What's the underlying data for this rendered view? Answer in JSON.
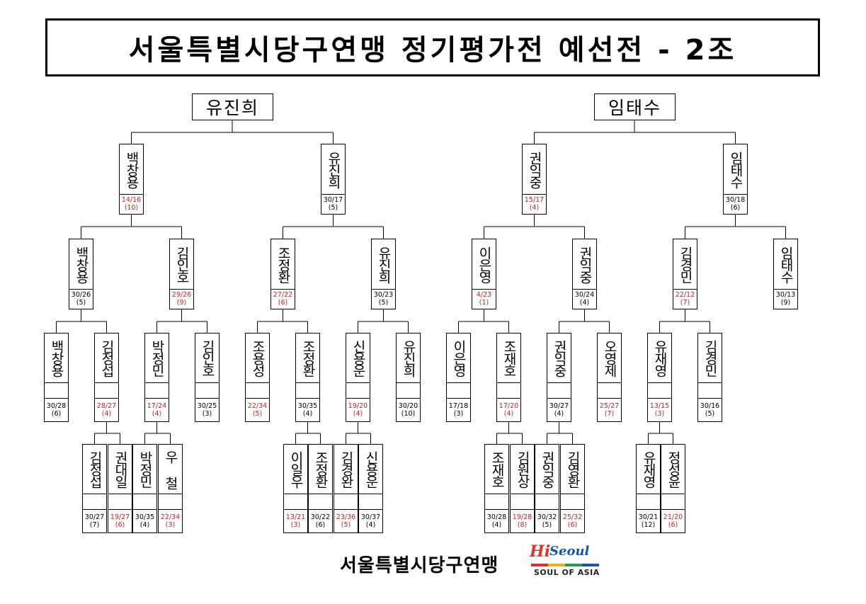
{
  "title": "서울특별시당구연맹 정기평가전 예선전 - 2조",
  "champions": [
    "유진희",
    "임태수"
  ],
  "colors": {
    "loss": "#cc1f1f",
    "win": "#000000"
  },
  "nodes": [
    {
      "id": "b1",
      "name": "백창용",
      "score": "14/16",
      "rank": "(10)",
      "loss": true
    },
    {
      "id": "b2",
      "name": "유진희",
      "score": "30/17",
      "rank": "(5)",
      "loss": false
    },
    {
      "id": "b3",
      "name": "권익중",
      "score": "15/17",
      "rank": "(4)",
      "loss": true
    },
    {
      "id": "b4",
      "name": "임태수",
      "score": "30/18",
      "rank": "(6)",
      "loss": false
    },
    {
      "id": "c1",
      "name": "백창용",
      "score": "30/26",
      "rank": "(5)",
      "loss": false
    },
    {
      "id": "c2",
      "name": "김인호",
      "score": "29/26",
      "rank": "(9)",
      "loss": true
    },
    {
      "id": "c3",
      "name": "조정환",
      "score": "27/22",
      "rank": "(6)",
      "loss": true
    },
    {
      "id": "c4",
      "name": "유진희",
      "score": "30/23",
      "rank": "(5)",
      "loss": false
    },
    {
      "id": "c5",
      "name": "이은영",
      "score": "4/23",
      "rank": "(1)",
      "loss": true
    },
    {
      "id": "c6",
      "name": "권익중",
      "score": "30/24",
      "rank": "(4)",
      "loss": false
    },
    {
      "id": "c7",
      "name": "김경민",
      "score": "22/12",
      "rank": "(7)",
      "loss": true
    },
    {
      "id": "c8",
      "name": "임태수",
      "score": "30/13",
      "rank": "(9)",
      "loss": false
    },
    {
      "id": "d1",
      "name": "백창용",
      "score": "30/28",
      "rank": "(6)",
      "loss": false
    },
    {
      "id": "d2",
      "name": "김정섭",
      "score": "28/27",
      "rank": "(4)",
      "loss": true
    },
    {
      "id": "d3",
      "name": "박정민",
      "score": "17/24",
      "rank": "(4)",
      "loss": true
    },
    {
      "id": "d4",
      "name": "김인호",
      "score": "30/25",
      "rank": "(3)",
      "loss": false
    },
    {
      "id": "d5",
      "name": "조용성",
      "score": "22/34",
      "rank": "(5)",
      "loss": true
    },
    {
      "id": "d6",
      "name": "조정환",
      "score": "30/35",
      "rank": "(4)",
      "loss": false
    },
    {
      "id": "d7",
      "name": "신용운",
      "score": "19/20",
      "rank": "(4)",
      "loss": true
    },
    {
      "id": "d8",
      "name": "유진희",
      "score": "30/20",
      "rank": "(10)",
      "loss": false
    },
    {
      "id": "d9",
      "name": "이은영",
      "score": "17/18",
      "rank": "(3)",
      "loss": false
    },
    {
      "id": "d10",
      "name": "조재호",
      "score": "17/20",
      "rank": "(4)",
      "loss": true
    },
    {
      "id": "d11",
      "name": "권익중",
      "score": "30/27",
      "rank": "(4)",
      "loss": false
    },
    {
      "id": "d12",
      "name": "오영제",
      "score": "25/27",
      "rank": "(7)",
      "loss": true
    },
    {
      "id": "d13",
      "name": "유재영",
      "score": "13/15",
      "rank": "(3)",
      "loss": true
    },
    {
      "id": "d14",
      "name": "김경민",
      "score": "30/16",
      "rank": "(5)",
      "loss": false
    },
    {
      "id": "e1",
      "name": "김정섭",
      "score": "30/27",
      "rank": "(7)",
      "loss": false
    },
    {
      "id": "e2",
      "name": "권대일",
      "score": "19/27",
      "rank": "(6)",
      "loss": true
    },
    {
      "id": "e3",
      "name": "박정민",
      "score": "30/35",
      "rank": "(4)",
      "loss": false
    },
    {
      "id": "e4",
      "name": "우 철",
      "score": "22/34",
      "rank": "(3)",
      "loss": true
    },
    {
      "id": "e5",
      "name": "이일우",
      "score": "13/21",
      "rank": "(3)",
      "loss": true
    },
    {
      "id": "e6",
      "name": "조정환",
      "score": "30/22",
      "rank": "(6)",
      "loss": false
    },
    {
      "id": "e7",
      "name": "김경완",
      "score": "23/36",
      "rank": "(5)",
      "loss": true
    },
    {
      "id": "e8",
      "name": "신용운",
      "score": "30/37",
      "rank": "(4)",
      "loss": false
    },
    {
      "id": "e9",
      "name": "조재호",
      "score": "30/28",
      "rank": "(4)",
      "loss": false
    },
    {
      "id": "e10",
      "name": "김원상",
      "score": "19/28",
      "rank": "(8)",
      "loss": true
    },
    {
      "id": "e11",
      "name": "권익중",
      "score": "30/32",
      "rank": "(5)",
      "loss": false
    },
    {
      "id": "e12",
      "name": "김영환",
      "score": "25/32",
      "rank": "(6)",
      "loss": true
    },
    {
      "id": "e13",
      "name": "유재영",
      "score": "30/21",
      "rank": "(12)",
      "loss": false
    },
    {
      "id": "e14",
      "name": "정성윤",
      "score": "21/20",
      "rank": "(6)",
      "loss": true
    }
  ],
  "footer": {
    "org": "서울특별시당구연맹",
    "logo_hi": "Hi",
    "logo_seoul": "Seoul",
    "logo_sub": "SOUL OF ASIA"
  }
}
